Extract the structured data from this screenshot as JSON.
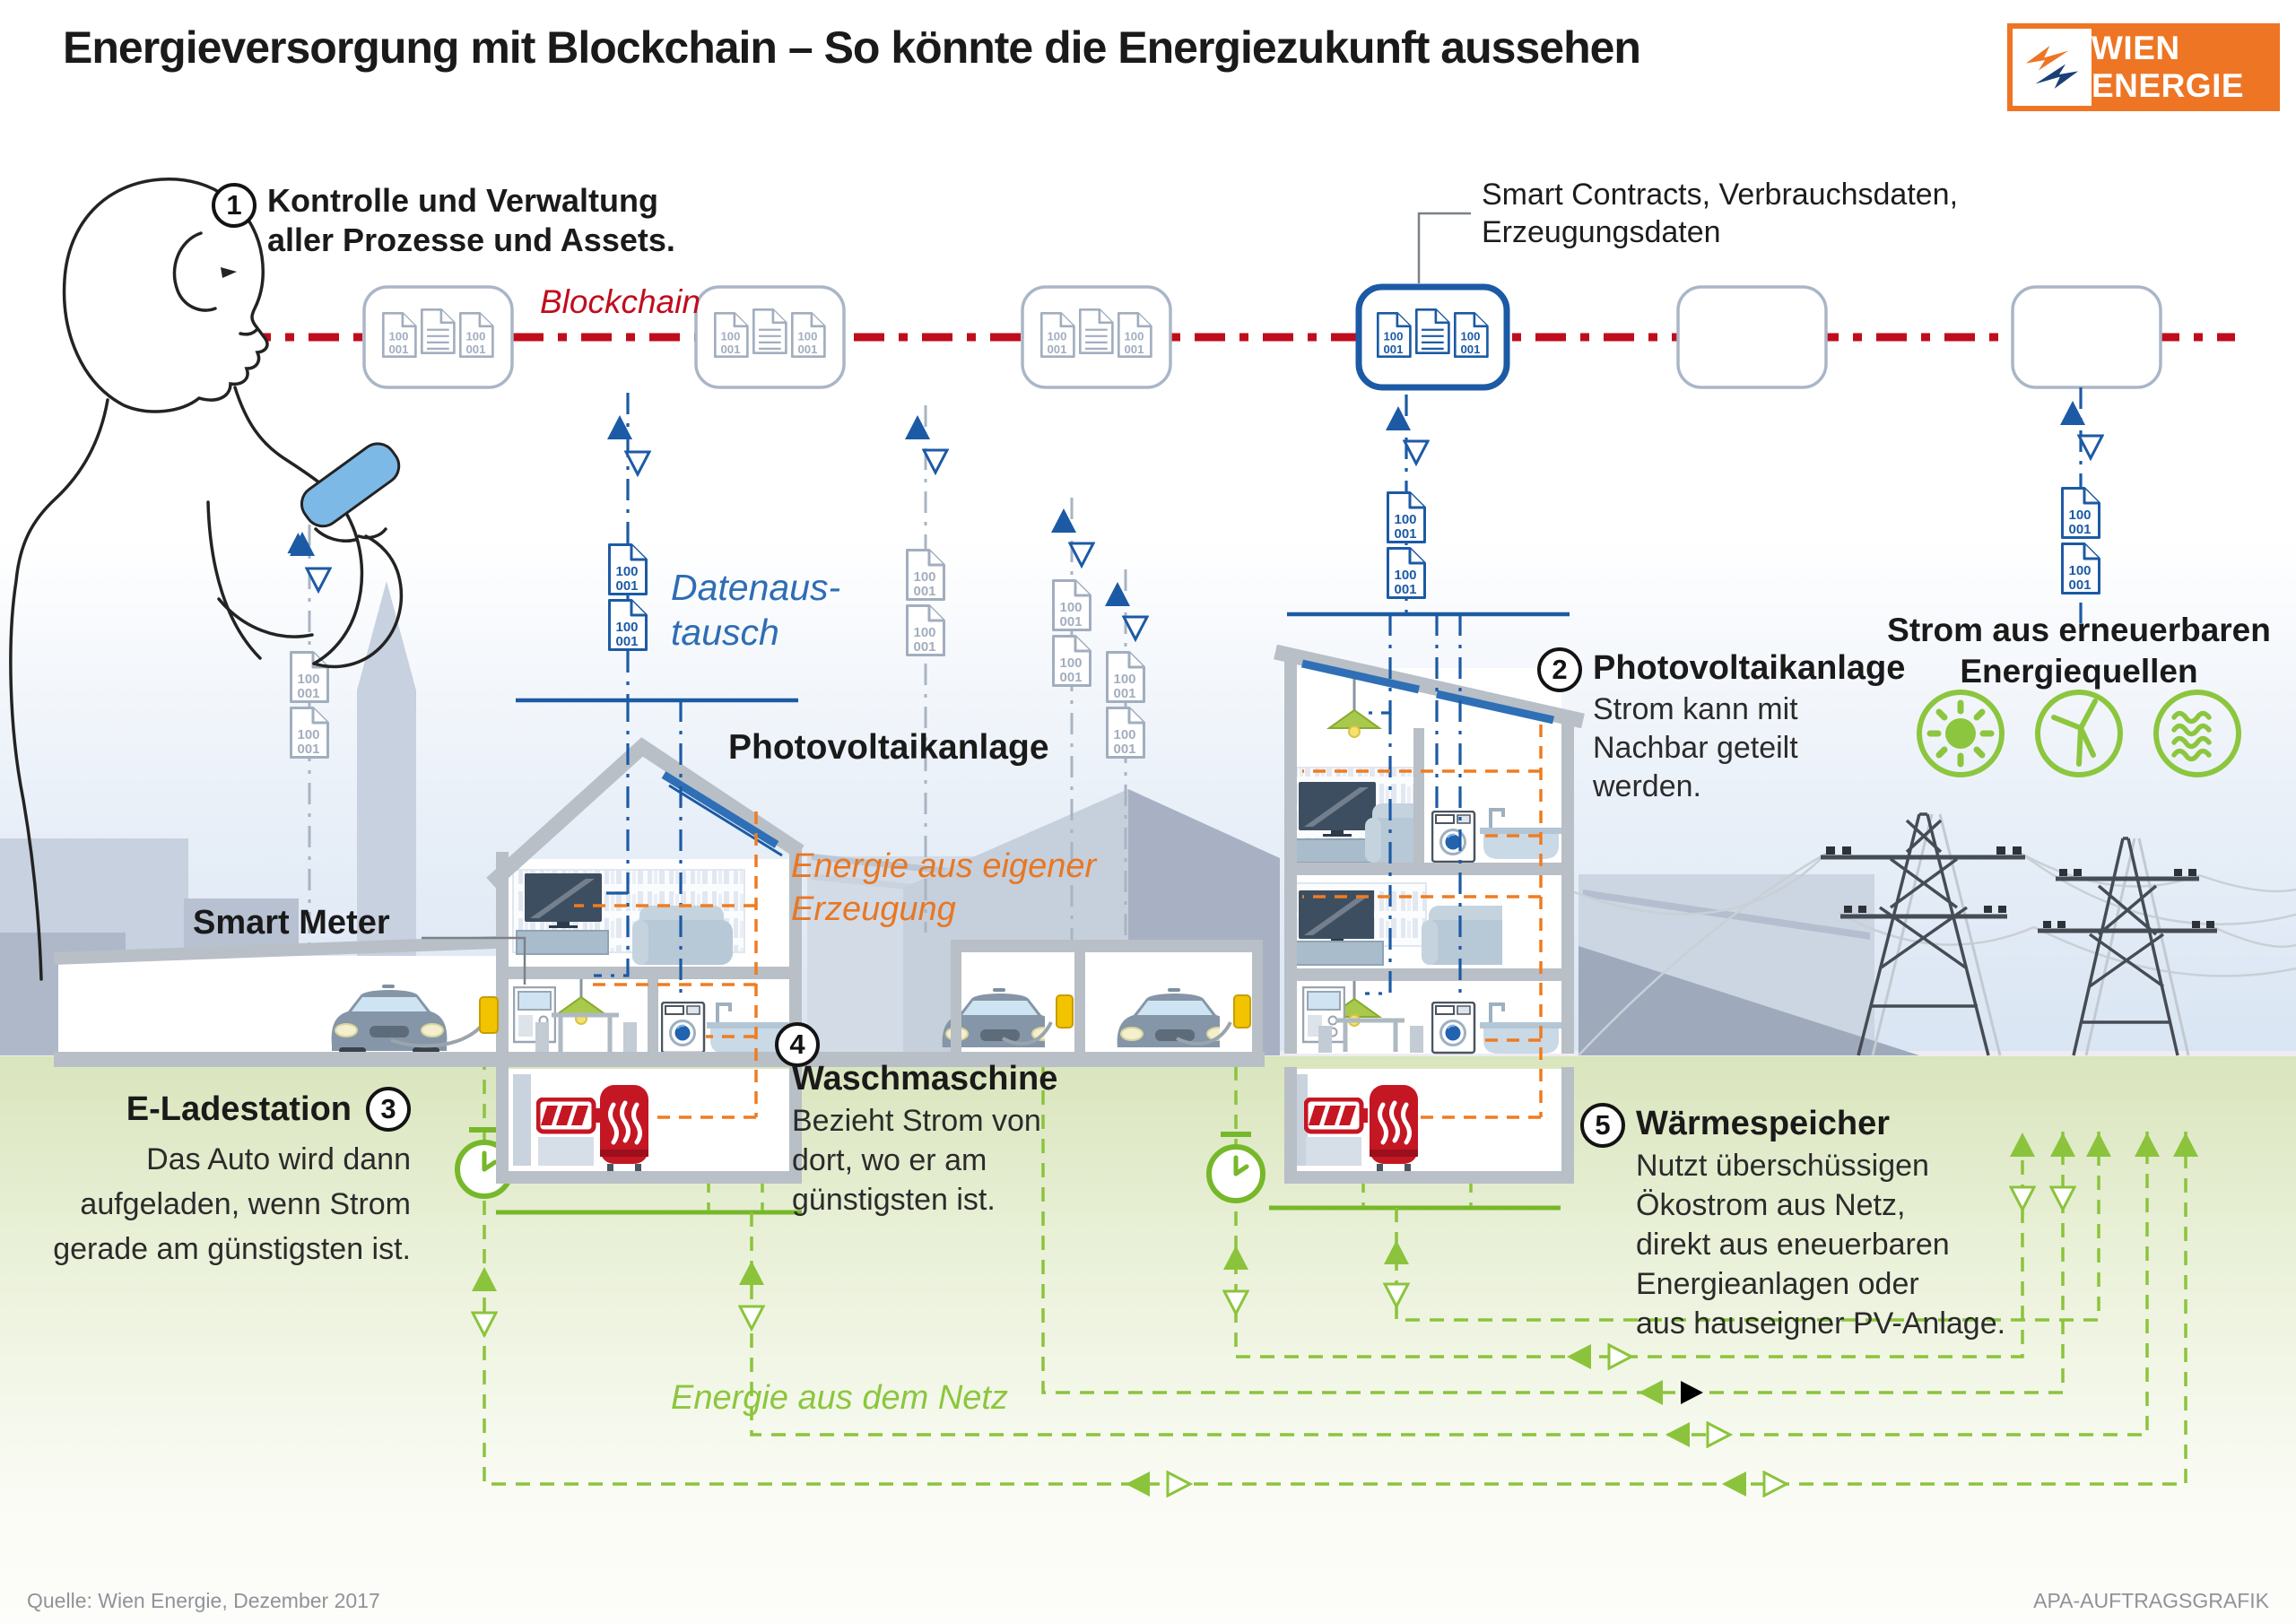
{
  "header": {
    "title": "Energieversorgung mit Blockchain – So könnte die Energiezukunft aussehen"
  },
  "logo": {
    "brand": "WIEN ENERGIE"
  },
  "blockchain": {
    "label": "Blockchain",
    "annotation": [
      "Smart Contracts, Verbrauchsdaten,",
      "Erzeugungsdaten"
    ]
  },
  "doc": {
    "l1": "100",
    "l2": "001"
  },
  "steps": {
    "s1": {
      "num": "1",
      "lines": [
        "Kontrolle und Verwaltung",
        "aller Prozesse und Assets."
      ]
    },
    "s2": {
      "num": "2",
      "title": "Photovoltaikanlage",
      "lines": [
        "Strom kann mit",
        "Nachbar geteilt",
        "werden."
      ]
    },
    "s3": {
      "num": "3",
      "title": "E-Ladestation",
      "lines": [
        "Das Auto wird dann",
        "aufgeladen, wenn Strom",
        "gerade am günstigsten ist."
      ]
    },
    "s4": {
      "num": "4",
      "title": "Waschmaschine",
      "lines": [
        "Bezieht Strom von",
        "dort, wo er am",
        "günstigsten ist."
      ]
    },
    "s5": {
      "num": "5",
      "title": "Wärmespeicher",
      "lines": [
        "Nutzt überschüssigen",
        "Ökostrom aus Netz,",
        "direkt aus eneuerbaren",
        "Energieanlagen oder",
        "aus hauseigner PV-Anlage."
      ]
    }
  },
  "labels": {
    "datenaustausch": [
      "Datenaus-",
      "tausch"
    ],
    "pv_house": "Photovoltaikanlage",
    "smart_meter": "Smart Meter",
    "energie_eigen": [
      "Energie aus eigener",
      "Erzeugung"
    ],
    "energie_netz": "Energie aus dem Netz",
    "renewables": [
      "Strom aus erneuerbaren",
      "Energiequellen"
    ]
  },
  "footer": {
    "source": "Quelle: Wien Energie, Dezember 2017",
    "credit": "APA-AUFTRAGSGRAFIK"
  },
  "colors": {
    "blockchain_red": "#c00d1d",
    "data_blue": "#1c5aa5",
    "own_energy_orange": "#ef7c21",
    "grid_green": "#8bc43c",
    "icon_green": "#8cc63e",
    "brand_orange": "#ee7524",
    "brand_navy": "#1b3f77",
    "boiler_red": "#c41723"
  }
}
